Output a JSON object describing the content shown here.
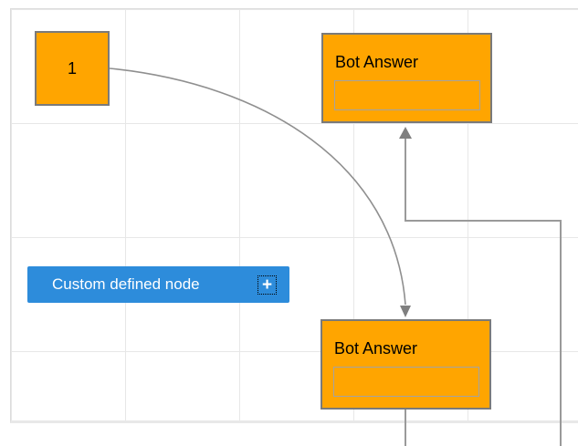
{
  "diagram": {
    "nodes": {
      "start_node": {
        "label": "1"
      },
      "bot_answer_top": {
        "title": "Bot Answer",
        "input_value": ""
      },
      "bot_answer_bottom": {
        "title": "Bot Answer",
        "input_value": ""
      },
      "custom_node": {
        "label": "Custom defined node",
        "add_button": "+"
      }
    },
    "colors": {
      "node_fill": "#FFA500",
      "node_border": "#7a7a7a",
      "custom_node_fill": "#2D8CDB",
      "connector_line": "#949494",
      "arrowhead": "#7f7f7f",
      "grid_line": "#e7e7e7"
    },
    "grid": {
      "cell_size": 125
    }
  }
}
